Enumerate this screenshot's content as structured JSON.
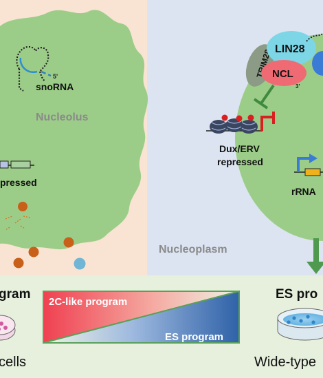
{
  "labels": {
    "snorna": "snoRNA",
    "five_prime": "5'",
    "three_prime": "3'",
    "nucleolus": "Nucleolus",
    "repressed_partial": "pressed",
    "trim28": "TRIM28",
    "lin28": "LIN28",
    "ncl": "NCL",
    "dux_erv": "Dux/ERV",
    "repressed": "repressed",
    "rrna": "rRNA",
    "nucleoplasm": "Nucleoplasm",
    "program_left": "gram",
    "program_right": "ES pro",
    "two_c_program": "2C-like program",
    "es_program": "ES program",
    "cells_left": "cells",
    "cells_right": "Wide-type"
  },
  "colors": {
    "left_panel_bg": "#f9e3d3",
    "right_panel_bg": "#dce4f2",
    "bottom_bg": "#e6f0dd",
    "nucleus_green": "#9ccd88",
    "label_gray": "#8a8a8a",
    "lin28": "#7dd6e6",
    "ncl": "#f06a73",
    "trim28": "#8c9b86",
    "arrow_green": "#4f9a4f",
    "repression_red": "#d82020",
    "activation_blue": "#3a7bd5",
    "gradient_red": "#ef4050",
    "gradient_blue": "#2f62a8"
  }
}
